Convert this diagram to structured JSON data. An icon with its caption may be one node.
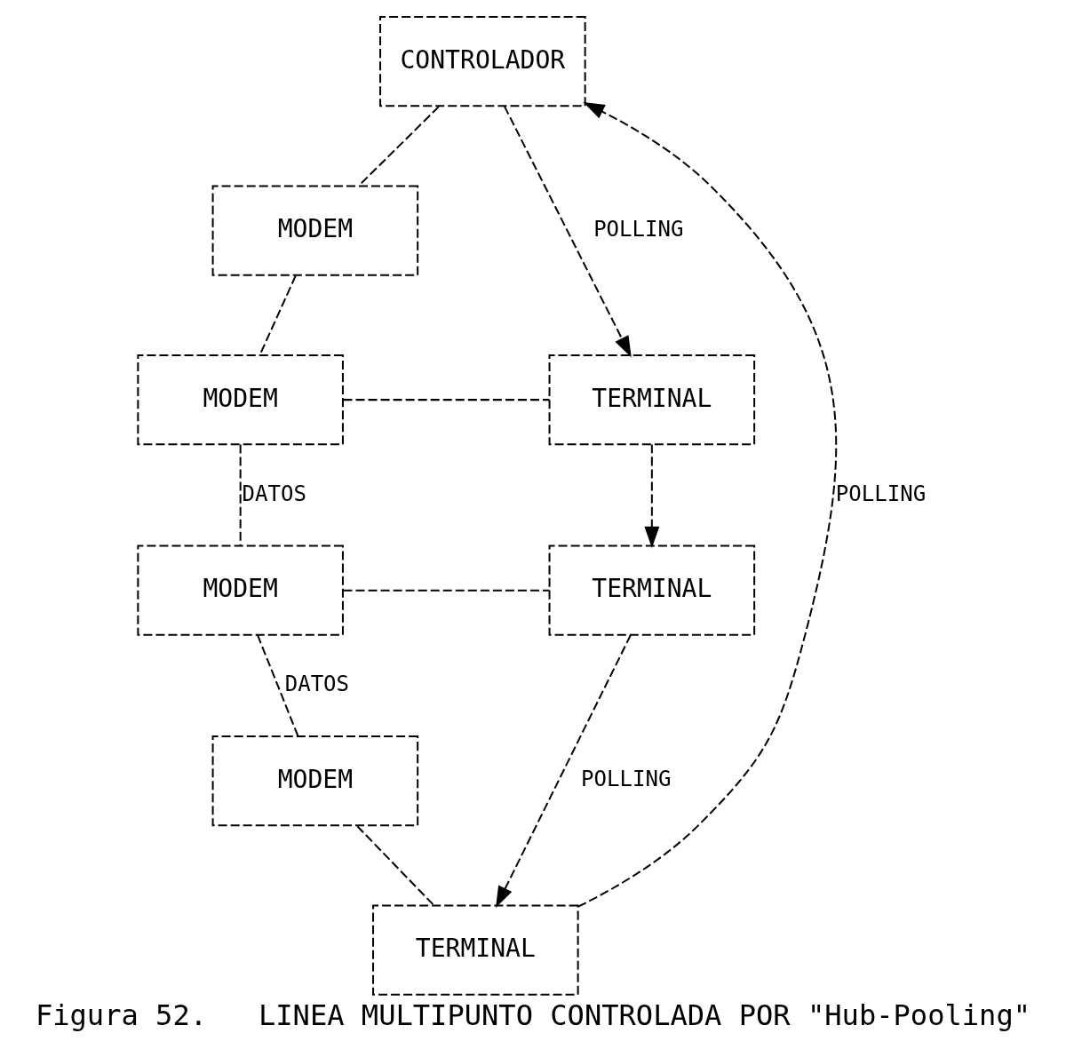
{
  "diagram": {
    "caption": "Figura 52.   LINEA MULTIPUNTO CONTROLADA POR \"Hub-Pooling\"",
    "nodes": [
      {
        "text": [
          "CONTROLADOR"
        ]
      },
      {
        "text": [
          "MODEM"
        ]
      },
      {
        "text": [
          "MODEM"
        ]
      },
      {
        "text": [
          "TERMINAL"
        ]
      },
      {
        "text": [
          "MODEM"
        ]
      },
      {
        "text": [
          "TERMINAL"
        ]
      },
      {
        "text": [
          "MODEM"
        ]
      },
      {
        "text": [
          "TERMINAL"
        ]
      }
    ],
    "edges": [
      {
        "from": 0,
        "to": 1,
        "arrow": "none"
      },
      {
        "from": 0,
        "to": 3,
        "arrow": "to",
        "label": "POLLING"
      },
      {
        "from": 1,
        "to": 2,
        "arrow": "none"
      },
      {
        "from": 2,
        "to": 4,
        "arrow": "none",
        "label": "DATOS"
      },
      {
        "from": 4,
        "to": 6,
        "arrow": "none",
        "label": "DATOS"
      },
      {
        "from": 2,
        "to": 3,
        "arrow": "none"
      },
      {
        "from": 4,
        "to": 5,
        "arrow": "none"
      },
      {
        "from": 6,
        "to": 7,
        "arrow": "none"
      },
      {
        "from": 3,
        "to": 5,
        "arrow": "to"
      },
      {
        "from": 5,
        "to": 7,
        "arrow": "to",
        "label": "POLLING"
      },
      {
        "from": 7,
        "to": 0,
        "arrow": "to",
        "label": "POLLING"
      }
    ]
  }
}
